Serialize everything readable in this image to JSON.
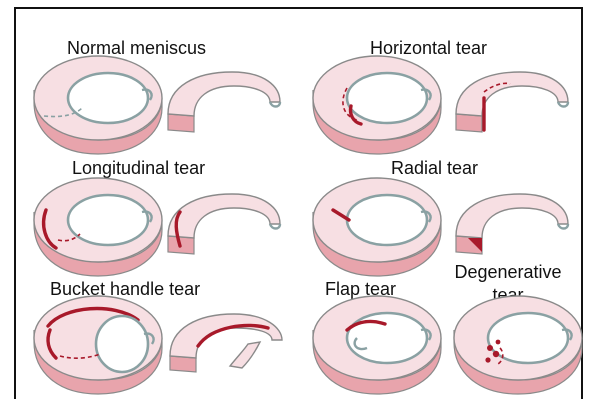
{
  "labels": {
    "normal": "Normal meniscus",
    "horizontal": "Horizontal tear",
    "longitudinal": "Longitudinal tear",
    "radial": "Radial tear",
    "bucket": "Bucket handle tear",
    "flap": "Flap tear",
    "degenerative_line1": "Degenerative",
    "degenerative_line2": "tear"
  },
  "colors": {
    "meniscus_top": "#f7dfe3",
    "meniscus_rim": "#e8a4ac",
    "tear": "#a8192a",
    "outline": "#8aa1a3"
  }
}
